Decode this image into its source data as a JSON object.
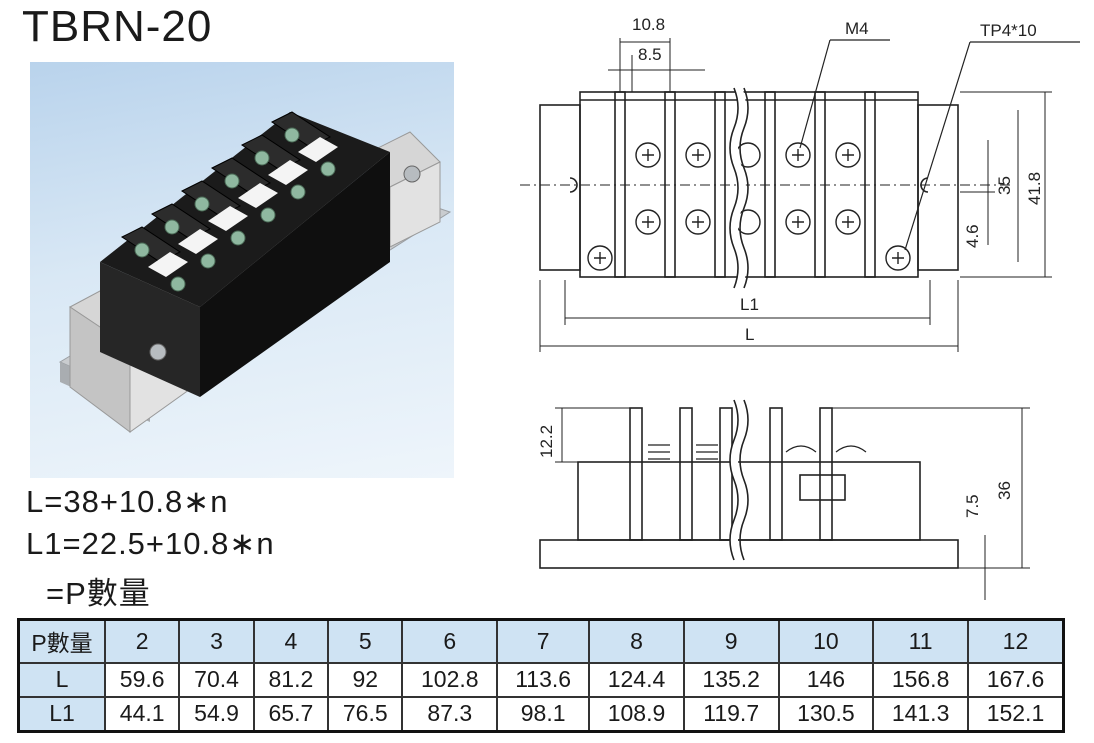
{
  "title": "TBRN-20",
  "formulas": {
    "l": "L=38+10.8∗n",
    "l1": "L1=22.5+10.8∗n",
    "n": "=P數量"
  },
  "drawing_labels": {
    "d108": "10.8",
    "d85": "8.5",
    "m4": "M4",
    "tp": "TP4*10",
    "l1": "L1",
    "l": "L",
    "d35": "35",
    "d418": "41.8",
    "d46": "4.6",
    "d122": "12.2",
    "d75": "7.5",
    "d36": "36"
  },
  "table": {
    "header_label": "P數量",
    "header": [
      "2",
      "3",
      "4",
      "5",
      "6",
      "7",
      "8",
      "9",
      "10",
      "11",
      "12"
    ],
    "rows": [
      {
        "label": "L",
        "values": [
          "59.6",
          "70.4",
          "81.2",
          "92",
          "102.8",
          "113.6",
          "124.4",
          "135.2",
          "146",
          "156.8",
          "167.6"
        ]
      },
      {
        "label": "L1",
        "values": [
          "44.1",
          "54.9",
          "65.7",
          "76.5",
          "87.3",
          "98.1",
          "108.9",
          "119.7",
          "130.5",
          "141.3",
          "152.1"
        ]
      }
    ]
  },
  "colors": {
    "header_bg": "#cfe3f3",
    "photo_bg": "#c8dcef"
  }
}
